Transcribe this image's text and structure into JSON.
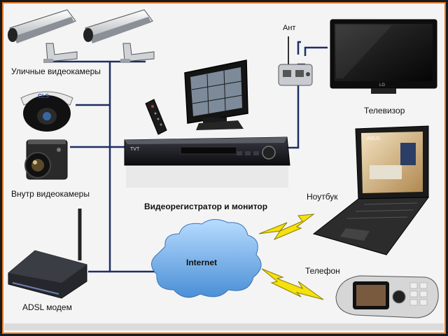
{
  "labels": {
    "street_cameras": "Уличные видеокамеры",
    "indoor_cameras": "Внутр видеокамеры",
    "adsl_modem": "ADSL модем",
    "dvr_monitor": "Видеорегистратор и монитор",
    "antenna": "Ант",
    "tv": "Телевизор",
    "laptop": "Ноутбук",
    "phone": "Телефон",
    "internet": "Internet"
  },
  "logos": {
    "dvr_brand": "TVT",
    "dome_brand": "CLS",
    "laptop_brand": "ASUS",
    "tv_brand": "LG"
  },
  "colors": {
    "background": "#f4f4f4",
    "frame": "#7a3b1a",
    "frame_accent": "#e07a2a",
    "line": "#1e2e63",
    "cloud": "#5fa4e0",
    "lightning": "#f5e10c"
  }
}
